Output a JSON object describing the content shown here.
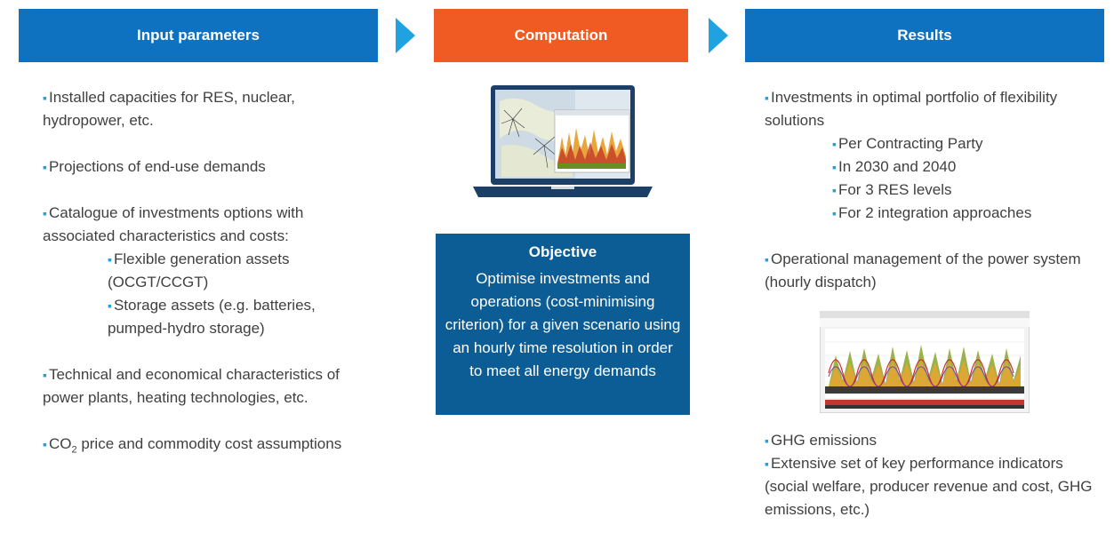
{
  "headers": {
    "input": "Input parameters",
    "computation": "Computation",
    "results": "Results"
  },
  "input": {
    "item1": "Installed capacities for RES, nuclear, hydropower, etc.",
    "item2": "Projections of end-use demands",
    "item3": "Catalogue of investments options with associated characteristics and costs:",
    "item3_sub1": "Flexible generation assets (OCGT/CCGT)",
    "item3_sub2": "Storage assets (e.g. batteries, pumped-hydro storage)",
    "item4": "Technical and economical characteristics of power plants, heating technologies, etc.",
    "item5_prefix": "CO",
    "item5_subscript": "2",
    "item5_rest": " price and commodity cost assumptions"
  },
  "objective": {
    "title": "Objective",
    "text": "Optimise investments and operations (cost-minimising criterion) for a given scenario using an hourly time resolution in order to meet all energy demands"
  },
  "results": {
    "item1": "Investments in optimal portfolio of flexibility solutions",
    "item1_subs": [
      "Per Contracting Party",
      "In 2030 and 2040",
      "For 3 RES levels",
      "For 2 integration approaches"
    ],
    "item2": "Operational management of the power system (hourly dispatch)",
    "item3": "GHG emissions",
    "item4": "Extensive set of key performance indicators (social welfare, producer revenue and cost, GHG emissions, etc.)"
  },
  "colors": {
    "header_blue": "#0f72c1",
    "header_orange": "#ef5b23",
    "arrow": "#1fa3e0",
    "objective_box": "#0c5d96"
  },
  "icons": [
    "laptop-screenshot-icon",
    "dispatch-chart-screenshot"
  ]
}
